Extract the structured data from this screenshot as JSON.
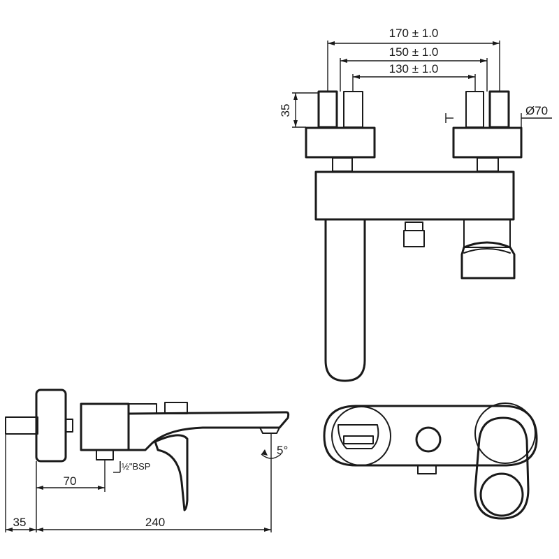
{
  "dimensions": {
    "width_170": "170 ± 1.0",
    "width_150": "150 ± 1.0",
    "width_130": "130 ± 1.0",
    "height_35": "35",
    "diameter_70": "Ø70",
    "depth_70": "70",
    "wall_35": "35",
    "length_240": "240",
    "inlet_thread": "½\"BSP",
    "spout_angle": "5°"
  }
}
